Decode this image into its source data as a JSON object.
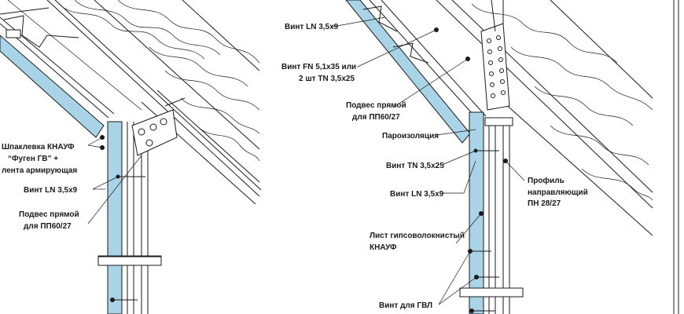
{
  "labels": {
    "left_putty": [
      "Шпаклевка КНАУФ",
      "“Фуген ГВ” +",
      "лента армирующая"
    ],
    "left_screw_ln": "Винт LN 3,5x9",
    "left_hanger": [
      "Подвес прямой",
      "для ПП60/27"
    ],
    "right_screw_ln_top": "Винт LN 3,5x9",
    "right_screw_fn": [
      "Винт FN 5,1x35 или",
      "2 шт TN 3,5x25"
    ],
    "right_hanger": [
      "Подвес прямой",
      "для ПП60/27"
    ],
    "right_vapor": "Пароизоляция",
    "right_screw_tn": "Винт TN 3,5x25",
    "right_screw_ln_bottom": "Винт LN 3,5x9",
    "right_profile": [
      "Профиль",
      "направляющий",
      "ПН 28/27"
    ],
    "right_sheet": [
      "Лист гипсоволокнистый",
      "КНАУФ"
    ],
    "right_gvl_screw": "Винт для ГВЛ"
  },
  "colors": {
    "board_fill": "#a9d4e8",
    "line": "#1a1a1a",
    "background": "#ffffff"
  }
}
